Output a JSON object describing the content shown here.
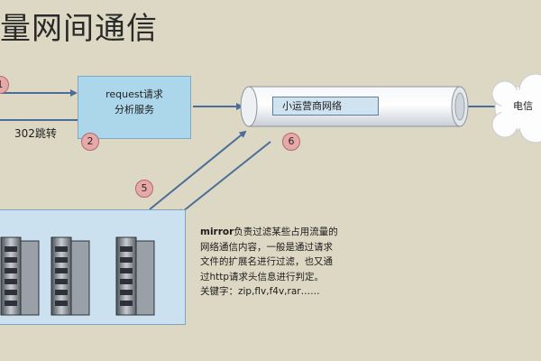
{
  "title": "量网间通信",
  "request_box": {
    "line1": "request请求",
    "line2": "分析服务"
  },
  "label_302": "302跳转",
  "badges": {
    "b1": "1",
    "b2": "2",
    "b5": "5",
    "b6": "6"
  },
  "pipe_label": "小运营商网络",
  "cloud_label": "电信",
  "description": {
    "line1_bold": "mirror",
    "line1_rest": "负责过滤某些占用流量的",
    "line2": "网络通信内容，一般是通过请求",
    "line3": "文件的扩展名进行过滤，也又通",
    "line4": "过http请求头信息进行判定。",
    "line5": "关键字：zip,flv,f4v,rar……"
  },
  "colors": {
    "background": "#ddd8c4",
    "box_fill": "#acd6ea",
    "badge_fill": "#e6a9a9",
    "arrow": "#4a6d9a"
  }
}
